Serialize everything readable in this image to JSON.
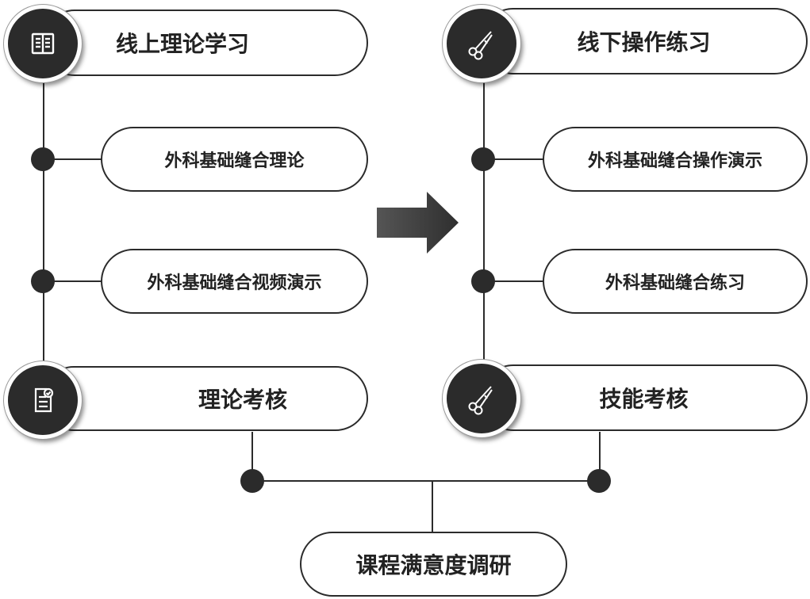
{
  "left": {
    "header": {
      "label": "线上理论学习",
      "icon": "book-icon"
    },
    "steps": [
      {
        "label": "外科基础缝合理论"
      },
      {
        "label": "外科基础缝合视频演示"
      }
    ],
    "assessment": {
      "label": "理论考核",
      "icon": "checklist-icon"
    }
  },
  "right": {
    "header": {
      "label": "线下操作练习",
      "icon": "surgical-scissors-icon"
    },
    "steps": [
      {
        "label": "外科基础缝合操作演示"
      },
      {
        "label": "外科基础缝合练习"
      }
    ],
    "assessment": {
      "label": "技能考核",
      "icon": "surgical-scissors-icon"
    }
  },
  "final": {
    "label": "课程满意度调研"
  },
  "colors": {
    "dark": "#2b2b2b",
    "arrow": "#444444"
  }
}
